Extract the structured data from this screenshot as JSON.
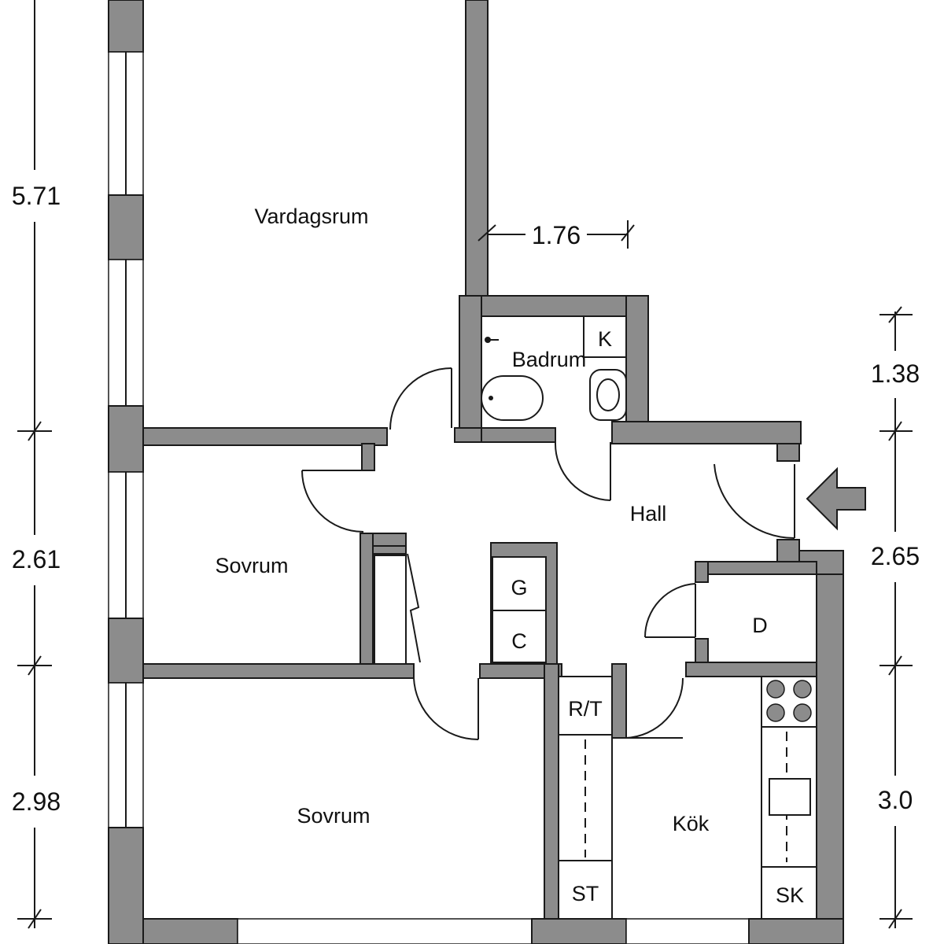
{
  "rooms": {
    "vardagsrum": "Vardagsrum",
    "badrum": "Badrum",
    "hall": "Hall",
    "sovrum_1": "Sovrum",
    "sovrum_2": "Sovrum",
    "kok": "Kök"
  },
  "fixtures": {
    "k": "K",
    "g": "G",
    "c": "C",
    "d": "D",
    "rt": "R/T",
    "st": "ST",
    "sk": "SK"
  },
  "dimensions": {
    "left_top": "5.71",
    "left_mid": "2.61",
    "left_bottom": "2.98",
    "right_top": "1.38",
    "right_mid": "2.65",
    "right_bottom": "3.0",
    "hall_width": "1.76"
  },
  "colors": {
    "wall": "#8c8c8c",
    "line": "#1a1a1a"
  }
}
